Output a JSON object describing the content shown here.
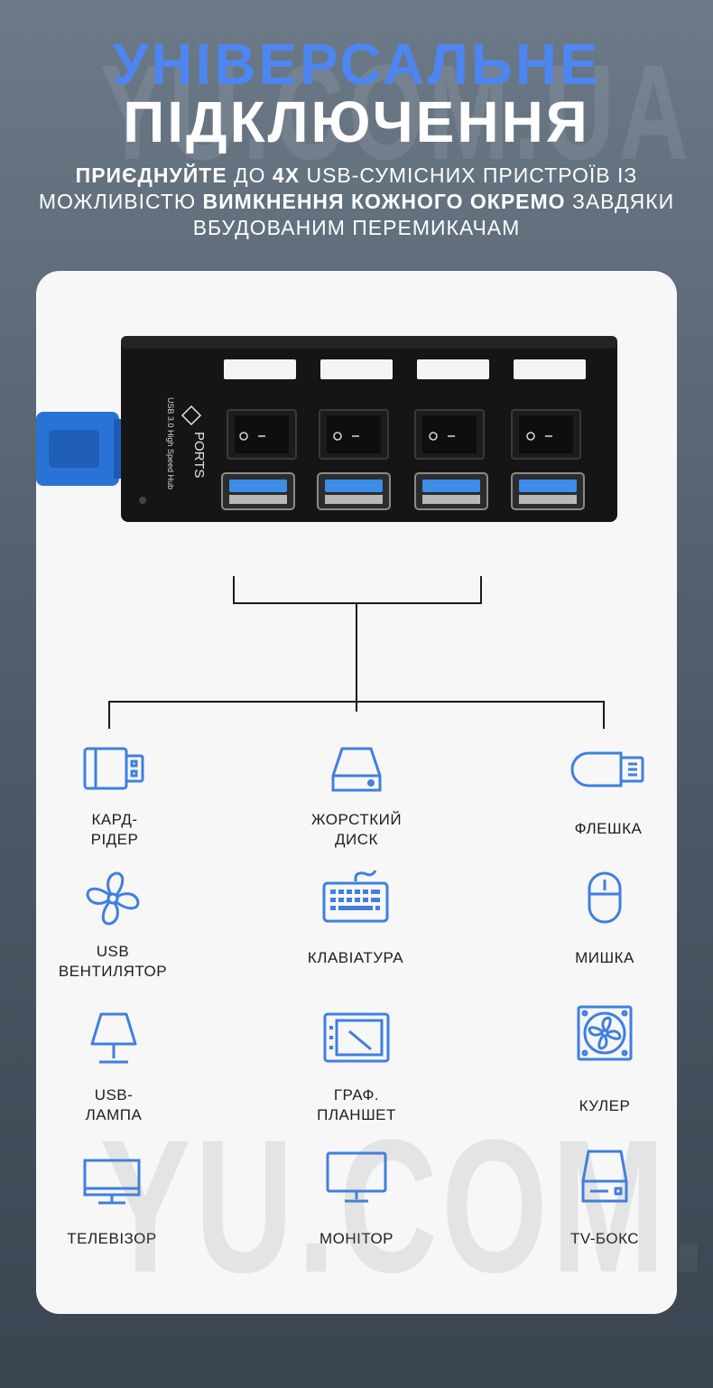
{
  "watermark": "YU.COM.UA",
  "title_line1": "УНІВЕРСАЛЬНЕ",
  "title_line2": "ПІДКЛЮЧЕННЯ",
  "subtitle": {
    "p1_bold": "ПРИЄДНУЙТЕ",
    "p1": " ДО ",
    "p2_bold": "4X",
    "p2": " USB-СУМІСНИХ ПРИСТРОЇВ ІЗ МОЖЛИВІСТЮ ",
    "p3_bold": "ВИМКНЕННЯ КОЖНОГО ОКРЕМО",
    "p3": " ЗАВДЯКИ ВБУДОВАНИМ ПЕРЕМИКАЧАМ"
  },
  "hub": {
    "brand": "PORTS",
    "subtext": "USB 3.0 High Speed Hub",
    "ports": 4
  },
  "colors": {
    "accent": "#4d86f0",
    "icon": "#3f7fe0",
    "hub_body": "#151515",
    "usb_blue": "#2a73d6"
  },
  "devices": [
    {
      "icon": "card-reader-icon",
      "l1": "КАРД-",
      "l2": "РІДЕР"
    },
    {
      "icon": "hard-drive-icon",
      "l1": "ЖОРСТКИЙ",
      "l2": "ДИСК"
    },
    {
      "icon": "flash-drive-icon",
      "l1": "ФЛЕШКА",
      "l2": ""
    },
    {
      "icon": "fan-icon",
      "l1": "USB",
      "l2": "ВЕНТИЛЯТОР"
    },
    {
      "icon": "keyboard-icon",
      "l1": "КЛАВІАТУРА",
      "l2": ""
    },
    {
      "icon": "mouse-icon",
      "l1": "МИШКА",
      "l2": ""
    },
    {
      "icon": "lamp-icon",
      "l1": "USB-",
      "l2": "ЛАМПА"
    },
    {
      "icon": "graphics-tablet-icon",
      "l1": "ГРАФ.",
      "l2": "ПЛАНШЕТ"
    },
    {
      "icon": "cooler-icon",
      "l1": "КУЛЕР",
      "l2": ""
    },
    {
      "icon": "tv-icon",
      "l1": "ТЕЛЕВІЗОР",
      "l2": ""
    },
    {
      "icon": "monitor-icon",
      "l1": "МОНІТОР",
      "l2": ""
    },
    {
      "icon": "tv-box-icon",
      "l1": "TV-БОКС",
      "l2": ""
    }
  ]
}
